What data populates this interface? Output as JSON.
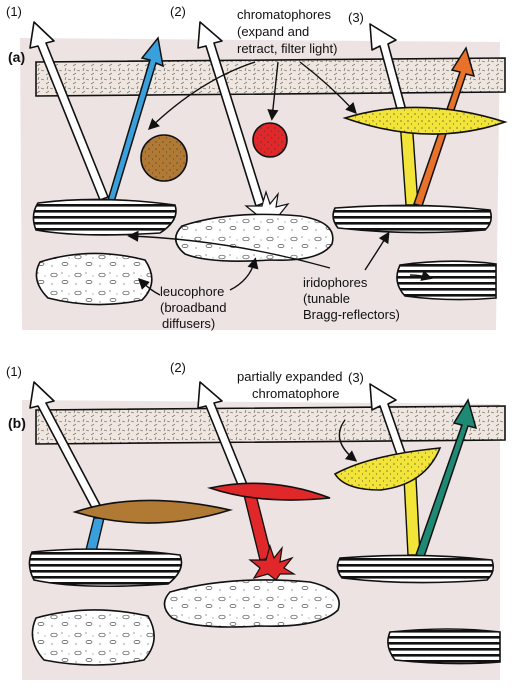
{
  "panel_a": {
    "letter": "(a)",
    "beam_labels": [
      "(1)",
      "(2)",
      "(3)"
    ],
    "chromatophores_label": [
      "chromatophores",
      "(expand and",
      "retract, filter light)"
    ],
    "iridophores_label": [
      "iridophores",
      "(tunable",
      "Bragg-reflectors)"
    ],
    "leucophore_label": [
      "leucophore",
      "(broadband",
      "diffusers)"
    ]
  },
  "panel_b": {
    "letter": "(b)",
    "beam_labels": [
      "(1)",
      "(2)",
      "(3)"
    ],
    "partial_label": [
      "partially expanded",
      "chromatophore"
    ]
  },
  "colors": {
    "tissue": "#ece3e2",
    "outer_layer": "#efe7df",
    "blue_reflection": "#3aa0dc",
    "orange_reflection": "#e8722a",
    "teal_reflection": "#1e8a74",
    "brown_pigment": "#b07a35",
    "red_pigment": "#e0282a",
    "yellow_pigment": "#f3e43a",
    "outline": "#111111"
  }
}
